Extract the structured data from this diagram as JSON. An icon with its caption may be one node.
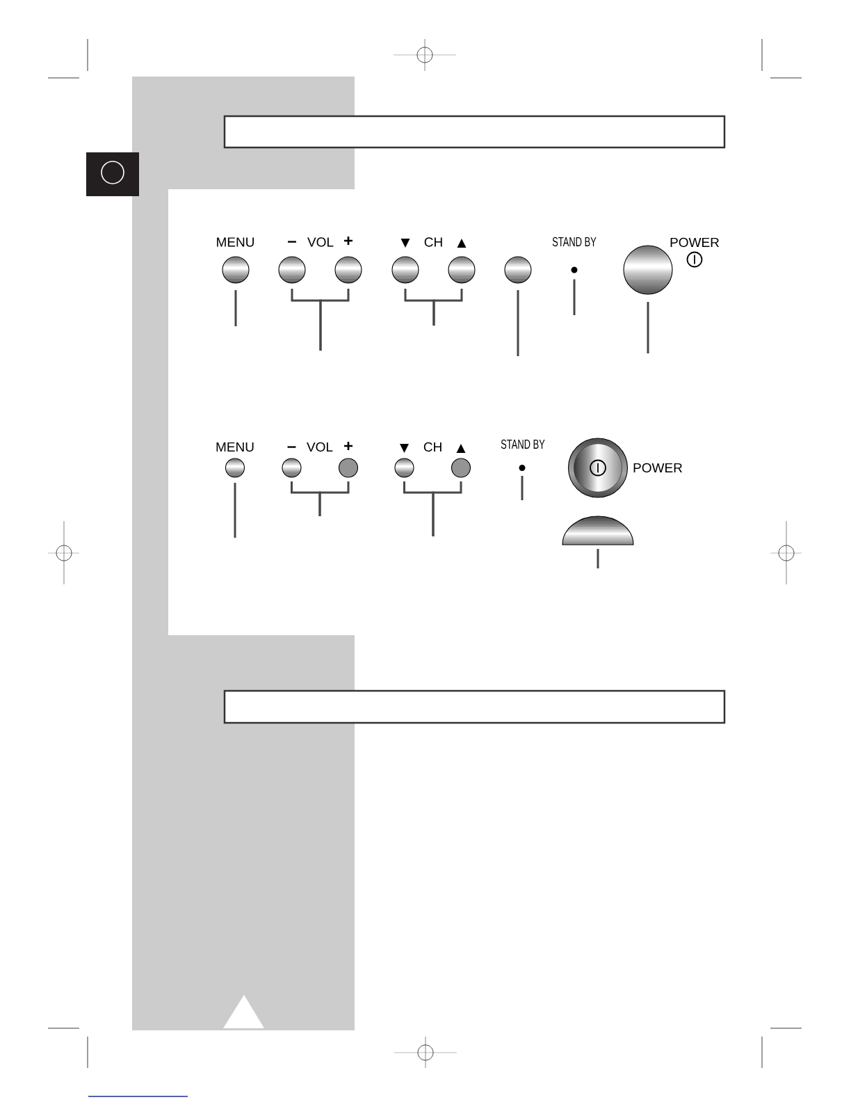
{
  "diagram": {
    "nodes": [
      {
        "text": [],
        "shape": "circle",
        "beside": [
          "MENU"
        ]
      },
      {
        "text": [],
        "shape": "circle",
        "beside": [
          "–"
        ]
      },
      {
        "text": [],
        "shape": "circle",
        "beside": [
          "+"
        ]
      },
      {
        "text": [],
        "shape": "circle",
        "beside": [
          "▼"
        ]
      },
      {
        "text": [],
        "shape": "circle",
        "beside": [
          "▲"
        ]
      },
      {
        "text": [],
        "shape": "circle"
      },
      {
        "text": [],
        "shape": "circle",
        "beside": [
          "STAND BY"
        ]
      },
      {
        "text": [],
        "shape": "circle",
        "beside": [
          "POWER"
        ]
      },
      {
        "text": [],
        "shape": "circle",
        "beside": [
          "MENU"
        ]
      },
      {
        "text": [],
        "shape": "circle",
        "beside": [
          "–"
        ]
      },
      {
        "text": [],
        "shape": "circle",
        "beside": [
          "+"
        ]
      },
      {
        "text": [],
        "shape": "circle",
        "beside": [
          "▼"
        ]
      },
      {
        "text": [],
        "shape": "circle",
        "beside": [
          "▲"
        ]
      },
      {
        "text": [],
        "shape": "circle",
        "beside": [
          "STAND BY"
        ]
      },
      {
        "text": [],
        "shape": "circle",
        "beside": [
          "POWER"
        ]
      },
      {
        "text": [],
        "shape": "semicircle"
      }
    ],
    "edges": [
      {
        "from": null,
        "to": 0,
        "arrow": "none"
      },
      {
        "from": null,
        "to": 1,
        "arrow": "none"
      },
      {
        "from": null,
        "to": 2,
        "arrow": "none"
      },
      {
        "from": null,
        "to": 3,
        "arrow": "none"
      },
      {
        "from": null,
        "to": 4,
        "arrow": "none"
      },
      {
        "from": null,
        "to": 5,
        "arrow": "none"
      },
      {
        "from": null,
        "to": 6,
        "arrow": "none"
      },
      {
        "from": null,
        "to": 7,
        "arrow": "none"
      },
      {
        "from": null,
        "to": 8,
        "arrow": "none"
      },
      {
        "from": null,
        "to": 9,
        "arrow": "none"
      },
      {
        "from": null,
        "to": 10,
        "arrow": "none"
      },
      {
        "from": null,
        "to": 11,
        "arrow": "none"
      },
      {
        "from": null,
        "to": 12,
        "arrow": "none"
      },
      {
        "from": null,
        "to": 13,
        "arrow": "none"
      },
      {
        "from": null,
        "to": 15,
        "arrow": "none"
      }
    ],
    "labels": [
      "VOL",
      "CH",
      "VOL",
      "CH"
    ]
  }
}
